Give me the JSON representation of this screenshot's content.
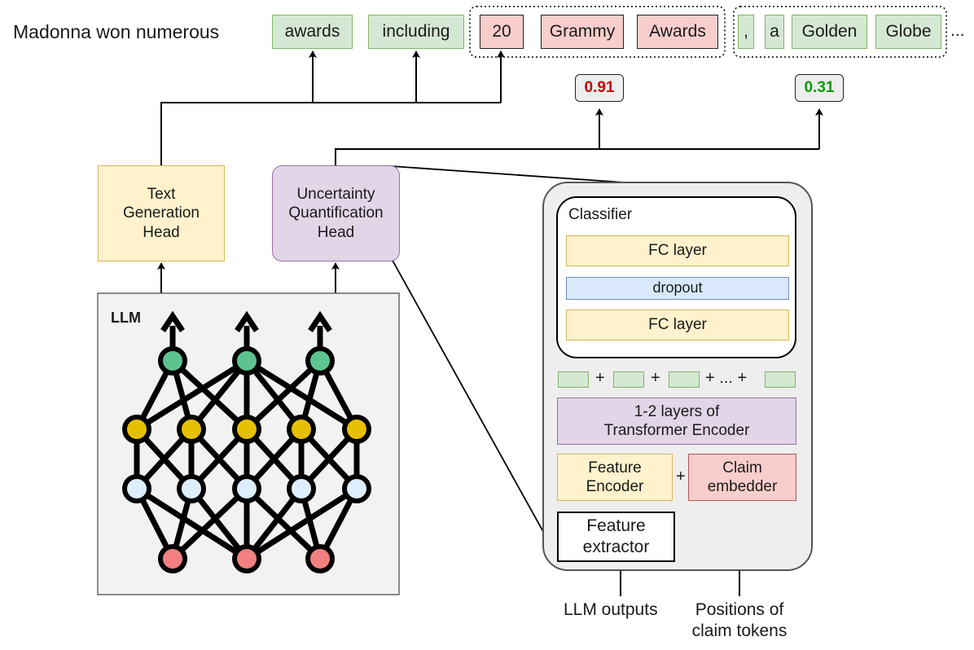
{
  "sentence": {
    "prefix": "Madonna won numerous",
    "tokens": [
      "awards",
      "including",
      "20",
      "Grammy",
      "Awards",
      ",",
      "a",
      "Golden",
      "Globe"
    ],
    "ellipsis": "..."
  },
  "scores": {
    "claim1": {
      "value": "0.91",
      "color": "#cc0000"
    },
    "claim2": {
      "value": "0.31",
      "color": "#00a000"
    }
  },
  "heads": {
    "text_generation": [
      "Text",
      "Generation",
      "Head"
    ],
    "uncertainty": [
      "Uncertainty",
      "Quantification",
      "Head"
    ]
  },
  "llm": {
    "label": "LLM"
  },
  "module": {
    "classifier_title": "Classifier",
    "fc_layer_1": "FC layer",
    "dropout": "dropout",
    "fc_layer_2": "FC layer",
    "sum_plus": "+",
    "sum_ellipsis": "+ ... +",
    "transformer": [
      "1-2 layers of",
      "Transformer Encoder"
    ],
    "feature_encoder": [
      "Feature",
      "Encoder"
    ],
    "combine_plus": "+",
    "claim_embedder": [
      "Claim",
      "embedder"
    ],
    "feature_extractor": [
      "Feature",
      "extractor"
    ]
  },
  "inputs": {
    "llm_outputs": "LLM outputs",
    "positions": [
      "Positions of",
      "claim tokens"
    ]
  },
  "colors": {
    "green_fill": "#d5e8d4",
    "green_stroke": "#82b366",
    "red_fill": "#f8cecc",
    "red_stroke": "#b85450",
    "yellow_fill": "#fff2cc",
    "yellow_stroke": "#d6b656",
    "purple_fill": "#e1d5e7",
    "purple_stroke": "#9673a6",
    "blue_fill": "#dae8fc",
    "blue_stroke": "#6c8ebf",
    "node_green": "#5ec48f",
    "node_yellow": "#e6c000",
    "node_blue": "#ddeeff",
    "node_red": "#f28080"
  }
}
